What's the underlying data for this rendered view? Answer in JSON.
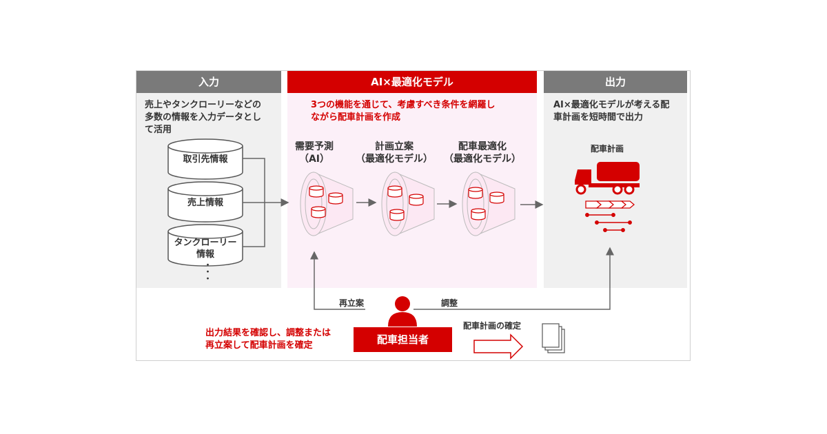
{
  "input": {
    "header": "入力",
    "desc_lines": [
      "売上やタンクローリーなどの",
      "多数の情報を入力データとし",
      "て活用"
    ],
    "databases": [
      {
        "lines": [
          "取引先情報"
        ]
      },
      {
        "lines": [
          "売上情報"
        ]
      },
      {
        "lines": [
          "タンクローリー",
          "情報"
        ]
      }
    ],
    "ellipsis": "・\n・\n・"
  },
  "model": {
    "header": "AI×最適化モデル",
    "desc_lines": [
      "3つの機能を通じて、考慮すべき条件を網羅し",
      "ながら配車計画を作成"
    ],
    "stages": [
      {
        "title": "需要予測",
        "sub": "（AI）"
      },
      {
        "title": "計画立案",
        "sub": "（最適化モデル）"
      },
      {
        "title": "配車最適化",
        "sub": "（最適化モデル）"
      }
    ]
  },
  "output": {
    "header": "出力",
    "desc_lines": [
      "AI×最適化モデルが考える配",
      "車計画を短時間で出力"
    ],
    "plan_label": "配車計画"
  },
  "bottom": {
    "replan": "再立案",
    "adjust": "調整",
    "person": "配車担当者",
    "confirm_label": "配車計画の確定",
    "note_lines": [
      "出力結果を確認し、調整または",
      "再立案して配車計画を確定"
    ]
  },
  "colors": {
    "accent": "#d40000",
    "gray_header": "#7a7a7a",
    "panel_gray": "#f0f0f0",
    "panel_pink": "#fcf0f8"
  },
  "icons": [
    "database-icon",
    "funnel-icon",
    "truck-icon",
    "chevron-arrow-icon",
    "network-lines-icon",
    "person-icon",
    "document-stack-icon",
    "outline-arrow-icon"
  ]
}
